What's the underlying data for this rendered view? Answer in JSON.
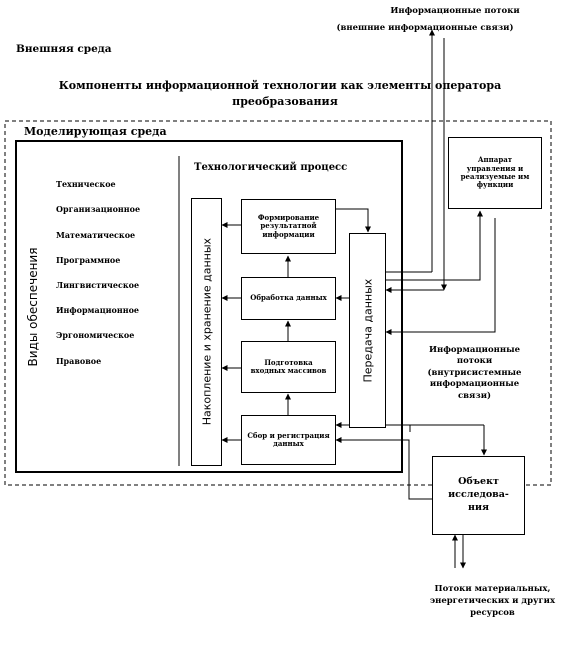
{
  "header": {
    "info_flows_top_line1": "Информационные потоки",
    "info_flows_top_line2": "(внешние информационные связи)",
    "outer_env": "Внешняя среда",
    "title_line1": "Компоненты информационной технологии как элементы оператора",
    "title_line2": "преобразования"
  },
  "modeling_env": {
    "label": "Моделирующая среда"
  },
  "support": {
    "label": "Виды обеспечения",
    "items": [
      "Техническое",
      "Организационное",
      "Математическое",
      "Программное",
      "Лингвистическое",
      "Информационное",
      "Эргономическое",
      "Правовое"
    ]
  },
  "process": {
    "label": "Технологический процесс",
    "storage": "Накопление и хранение данных",
    "transfer": "Передача данных",
    "formation": "Формирование результатной информации",
    "processing": "Обработка данных",
    "preparation": "Подготовка входных массивов",
    "collection": "Сбор и регистрация данных"
  },
  "control_apparatus": "Аппарат управления и реализуемые им функции",
  "internal_flows": {
    "line1": "Информационные",
    "line2": "потоки",
    "line3": "(внутрисистемные",
    "line4": "информационные",
    "line5": "связи)"
  },
  "research_object": {
    "line1": "Объект",
    "line2": "исследова-",
    "line3": "ния"
  },
  "resource_flows": {
    "line1": "Потоки материальных,",
    "line2": "энергетических и других",
    "line3": "ресурсов"
  }
}
